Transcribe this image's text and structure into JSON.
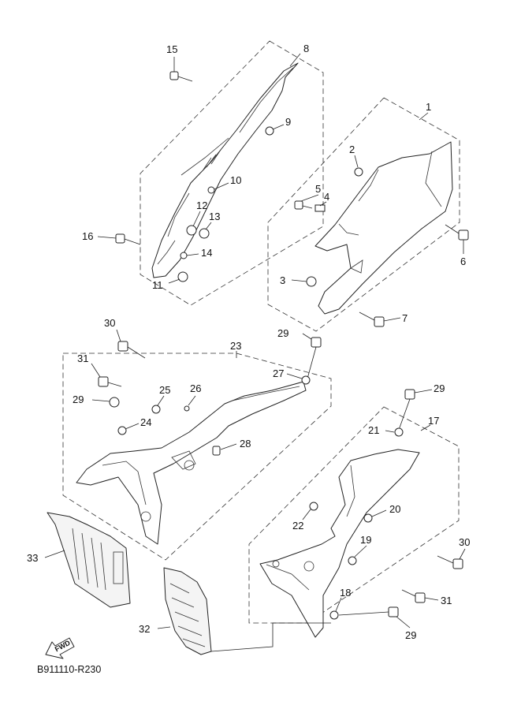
{
  "diagram": {
    "code": "B911110-R230",
    "fwd_label": "FWD",
    "callouts": [
      {
        "id": "c1",
        "text": "1"
      },
      {
        "id": "c2",
        "text": "2"
      },
      {
        "id": "c3",
        "text": "3"
      },
      {
        "id": "c4",
        "text": "4"
      },
      {
        "id": "c5",
        "text": "5"
      },
      {
        "id": "c6",
        "text": "6"
      },
      {
        "id": "c7",
        "text": "7"
      },
      {
        "id": "c8",
        "text": "8"
      },
      {
        "id": "c9",
        "text": "9"
      },
      {
        "id": "c10",
        "text": "10"
      },
      {
        "id": "c11",
        "text": "11"
      },
      {
        "id": "c12",
        "text": "12"
      },
      {
        "id": "c13",
        "text": "13"
      },
      {
        "id": "c14",
        "text": "14"
      },
      {
        "id": "c15",
        "text": "15"
      },
      {
        "id": "c16",
        "text": "16"
      },
      {
        "id": "c17",
        "text": "17"
      },
      {
        "id": "c18",
        "text": "18"
      },
      {
        "id": "c19",
        "text": "19"
      },
      {
        "id": "c20",
        "text": "20"
      },
      {
        "id": "c21",
        "text": "21"
      },
      {
        "id": "c22",
        "text": "22"
      },
      {
        "id": "c23",
        "text": "23"
      },
      {
        "id": "c24",
        "text": "24"
      },
      {
        "id": "c25",
        "text": "25"
      },
      {
        "id": "c26",
        "text": "26"
      },
      {
        "id": "c27",
        "text": "27"
      },
      {
        "id": "c28",
        "text": "28"
      },
      {
        "id": "c29a",
        "text": "29"
      },
      {
        "id": "c29b",
        "text": "29"
      },
      {
        "id": "c29c",
        "text": "29"
      },
      {
        "id": "c29d",
        "text": "29"
      },
      {
        "id": "c30a",
        "text": "30"
      },
      {
        "id": "c30b",
        "text": "30"
      },
      {
        "id": "c31a",
        "text": "31"
      },
      {
        "id": "c31b",
        "text": "31"
      },
      {
        "id": "c32",
        "text": "32"
      },
      {
        "id": "c33",
        "text": "33"
      }
    ]
  }
}
